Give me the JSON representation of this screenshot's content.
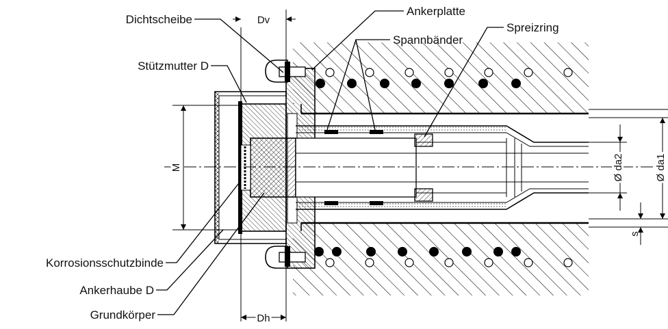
{
  "labels": {
    "dichtscheibe": "Dichtscheibe",
    "stuetzmutter": "Stützmutter D",
    "korrosion": "Korrosionsschutzbinde",
    "ankerhaube": "Ankerhaube D",
    "grundkoerper": "Grundkörper",
    "ankerplatte": "Ankerplatte",
    "spannbaender": "Spannbänder",
    "spreizring": "Spreizring"
  },
  "dimensions": {
    "dv": "Dv",
    "dh": "Dh",
    "m": "M",
    "da2": "Ø da2",
    "da1": "Ø da1",
    "s": "s"
  }
}
